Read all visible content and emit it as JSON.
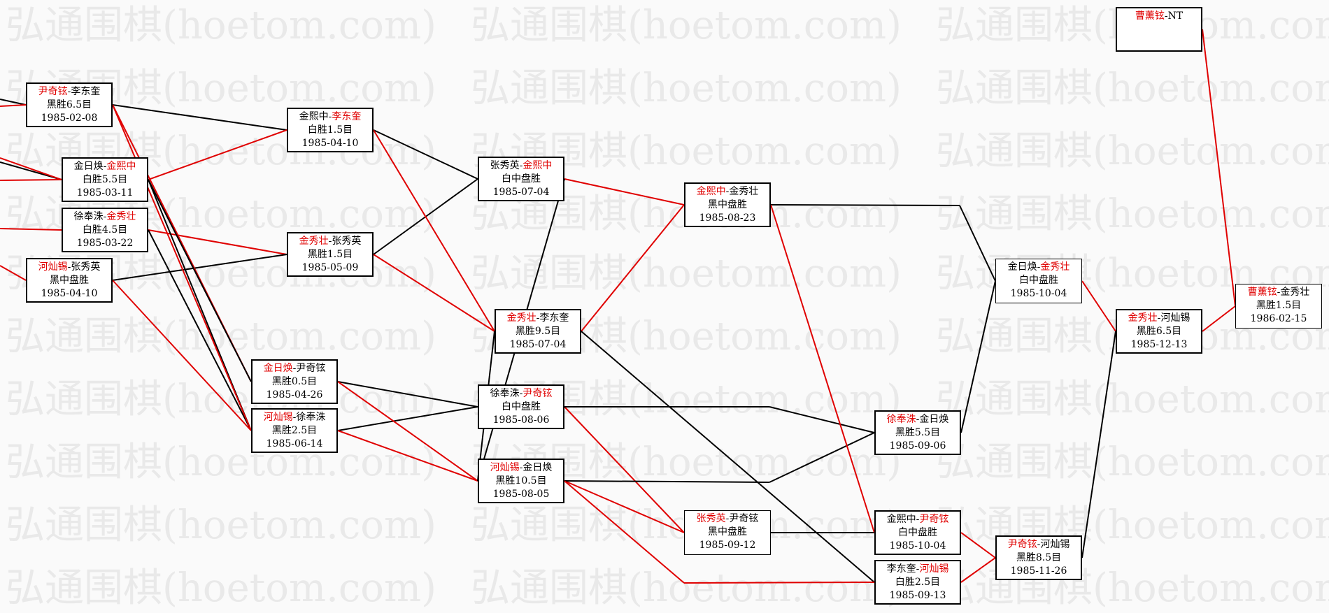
{
  "watermark": "弘通围棋(hoetom.com)",
  "colors": {
    "red": "#e00000",
    "black": "#000000"
  },
  "matches": {
    "m1": {
      "p1": "尹奇铉",
      "sep": "-",
      "p2": "李东奎",
      "winner": 1,
      "result": "黑胜6.5目",
      "date": "1985-02-08"
    },
    "m2": {
      "p1": "金日焕",
      "sep": "-",
      "p2": "金熙中",
      "winner": 2,
      "result": "白胜5.5目",
      "date": "1985-03-11"
    },
    "m3": {
      "p1": "徐奉洙",
      "sep": "-",
      "p2": "金秀壮",
      "winner": 2,
      "result": "白胜4.5目",
      "date": "1985-03-22"
    },
    "m4": {
      "p1": "河灿锡",
      "sep": "-",
      "p2": "张秀英",
      "winner": 1,
      "result": "黑中盘胜",
      "date": "1985-04-10"
    },
    "m5": {
      "p1": "金熙中",
      "sep": "-",
      "p2": "李东奎",
      "winner": 2,
      "result": "白胜1.5目",
      "date": "1985-04-10"
    },
    "m6": {
      "p1": "金秀壮",
      "sep": "-",
      "p2": "张秀英",
      "winner": 1,
      "result": "黑胜1.5目",
      "date": "1985-05-09"
    },
    "m7": {
      "p1": "金日焕",
      "sep": "-",
      "p2": "尹奇铉",
      "winner": 1,
      "result": "黑胜0.5目",
      "date": "1985-04-26"
    },
    "m8": {
      "p1": "河灿锡",
      "sep": "-",
      "p2": "徐奉洙",
      "winner": 1,
      "result": "黑胜2.5目",
      "date": "1985-06-14"
    },
    "m9": {
      "p1": "张秀英",
      "sep": "-",
      "p2": "金熙中",
      "winner": 2,
      "result": "白中盘胜",
      "date": "1985-07-04"
    },
    "m10": {
      "p1": "金秀壮",
      "sep": "-",
      "p2": "李东奎",
      "winner": 1,
      "result": "黑胜9.5目",
      "date": "1985-07-04"
    },
    "m11": {
      "p1": "徐奉洙",
      "sep": "-",
      "p2": "尹奇铉",
      "winner": 2,
      "result": "白中盘胜",
      "date": "1985-08-06"
    },
    "m12": {
      "p1": "河灿锡",
      "sep": "-",
      "p2": "金日焕",
      "winner": 1,
      "result": "黑胜10.5目",
      "date": "1985-08-05"
    },
    "m13": {
      "p1": "金熙中",
      "sep": "-",
      "p2": "金秀壮",
      "winner": 1,
      "result": "黑中盘胜",
      "date": "1985-08-23"
    },
    "m14": {
      "p1": "张秀英",
      "sep": "-",
      "p2": "尹奇铉",
      "winner": 1,
      "result": "黑中盘胜",
      "date": "1985-09-12"
    },
    "m15": {
      "p1": "金日焕",
      "sep": "-",
      "p2": "金秀壮",
      "winner": 2,
      "result": "白中盘胜",
      "date": "1985-10-04"
    },
    "m16": {
      "p1": "徐奉洙",
      "sep": "-",
      "p2": "金日焕",
      "winner": 1,
      "result": "黑胜5.5目",
      "date": "1985-09-06"
    },
    "m17": {
      "p1": "金熙中",
      "sep": "-",
      "p2": "尹奇铉",
      "winner": 2,
      "result": "白中盘胜",
      "date": "1985-10-04"
    },
    "m18": {
      "p1": "李东奎",
      "sep": "-",
      "p2": "河灿锡",
      "winner": 2,
      "result": "白胜2.5目",
      "date": "1985-09-13"
    },
    "m19": {
      "p1": "尹奇铉",
      "sep": "-",
      "p2": "河灿锡",
      "winner": 1,
      "result": "黑胜8.5目",
      "date": "1985-11-26"
    },
    "m20": {
      "p1": "金秀壮",
      "sep": "-",
      "p2": "河灿锡",
      "winner": 1,
      "result": "黑胜6.5目",
      "date": "1985-12-13"
    },
    "m21": {
      "p1": "曹薰铉",
      "sep": "-",
      "p2": "金秀壮",
      "winner": 1,
      "result": "黑胜1.5目",
      "date": "1986-02-15"
    },
    "m22": {
      "p1": "曹薰铉",
      "sep": "-",
      "p2": "NT",
      "winner": 1,
      "result": "",
      "date": ""
    }
  }
}
